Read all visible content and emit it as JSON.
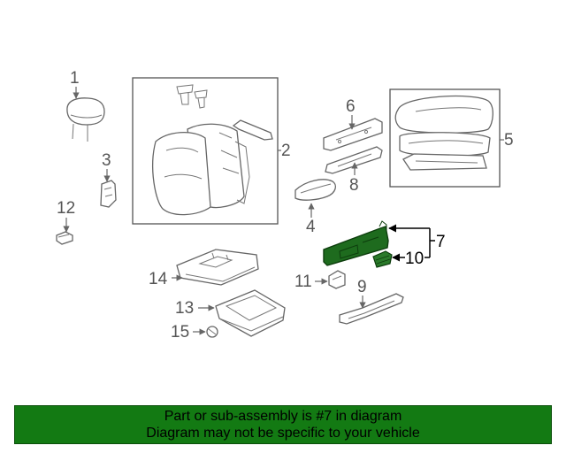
{
  "callouts": {
    "c1": "1",
    "c2": "2",
    "c3": "3",
    "c4": "4",
    "c5": "5",
    "c6": "6",
    "c7": "7",
    "c8": "8",
    "c9": "9",
    "c10": "10",
    "c11": "11",
    "c12": "12",
    "c13": "13",
    "c14": "14",
    "c15": "15"
  },
  "banner": {
    "line1": "Part or sub-assembly is #7 in diagram",
    "line2": "Diagram may not be specific to your vehicle"
  },
  "colors": {
    "highlight_part": "#1e6b1e",
    "banner_background": "#137a13",
    "line_art": "#666666"
  }
}
